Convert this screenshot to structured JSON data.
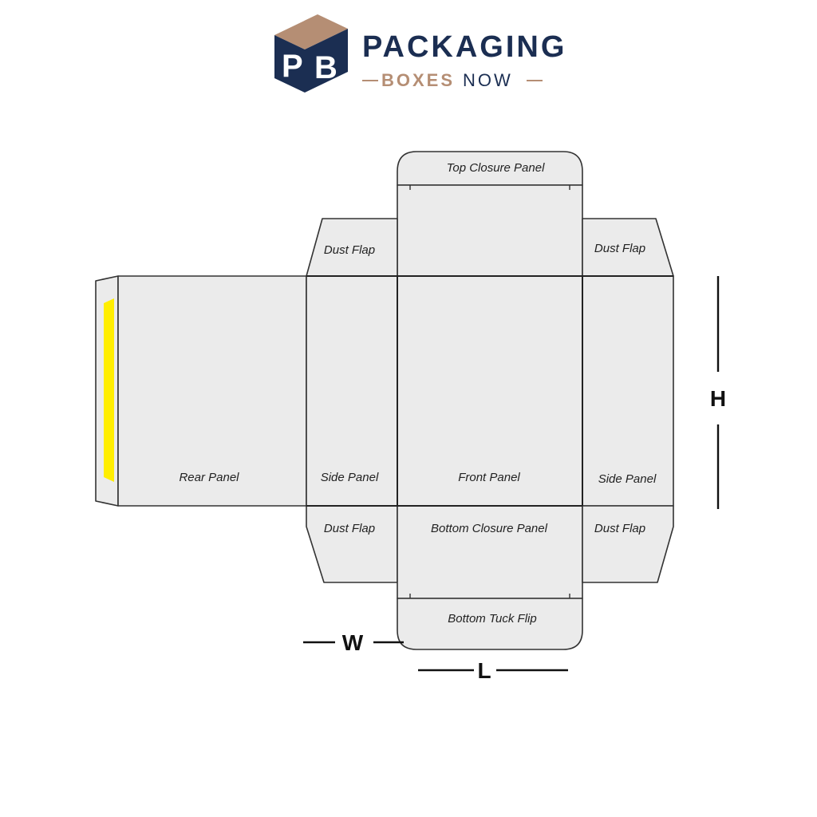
{
  "brand": {
    "name_line1": "PACKAGING",
    "name_line2_bold": "BOXES",
    "name_line2_rest": "NOW",
    "monogram_p": "P",
    "monogram_b": "B",
    "navy": "#1b2e52",
    "tan": "#b58e74"
  },
  "dieline": {
    "panels": {
      "top_closure": "Top Closure Panel",
      "dust_flap_top_left": "Dust Flap",
      "dust_flap_top_right": "Dust Flap",
      "rear": "Rear Panel",
      "side_left": "Side Panel",
      "front": "Front Panel",
      "side_right": "Side Panel",
      "dust_flap_bottom_left": "Dust Flap",
      "bottom_closure": "Bottom Closure Panel",
      "dust_flap_bottom_right": "Dust Flap",
      "bottom_tuck": "Bottom Tuck Flip"
    },
    "dimensions": {
      "height": "H",
      "width": "W",
      "length": "L"
    },
    "glue_strip_color": "#ffee00",
    "panel_fill": "#ebebeb",
    "line_color": "#333333"
  }
}
